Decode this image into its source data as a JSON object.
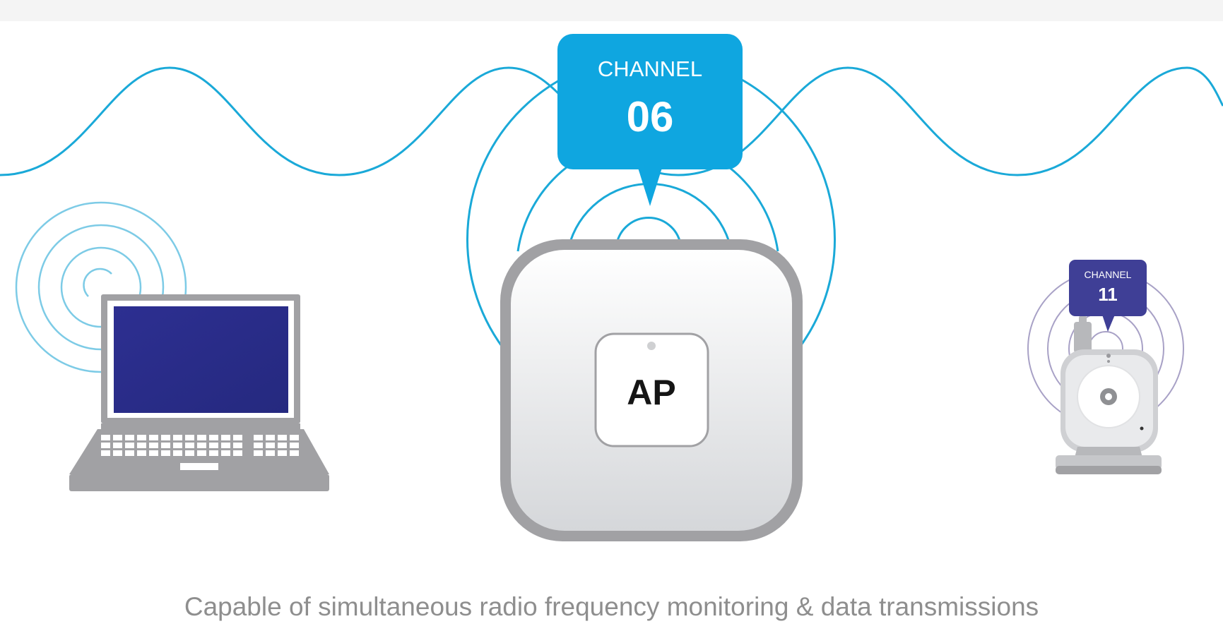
{
  "main_ap": {
    "label": "AP",
    "channel_label": "CHANNEL",
    "channel_number": "06"
  },
  "camera": {
    "channel_label": "CHANNEL",
    "channel_number": "11"
  },
  "caption": "Capable of simultaneous radio frequency monitoring & data transmissions",
  "colors": {
    "wave": "#1aa9d8",
    "ap_bubble": "#0fa6e0",
    "camera_bubble": "#3f3f96",
    "laptop_screen": "#2b2d8f",
    "device_gray": "#a1a1a4",
    "caption_text": "#8e8e8e"
  },
  "icons": [
    "laptop-icon",
    "access-point-icon",
    "camera-icon",
    "radio-wave-icon"
  ]
}
